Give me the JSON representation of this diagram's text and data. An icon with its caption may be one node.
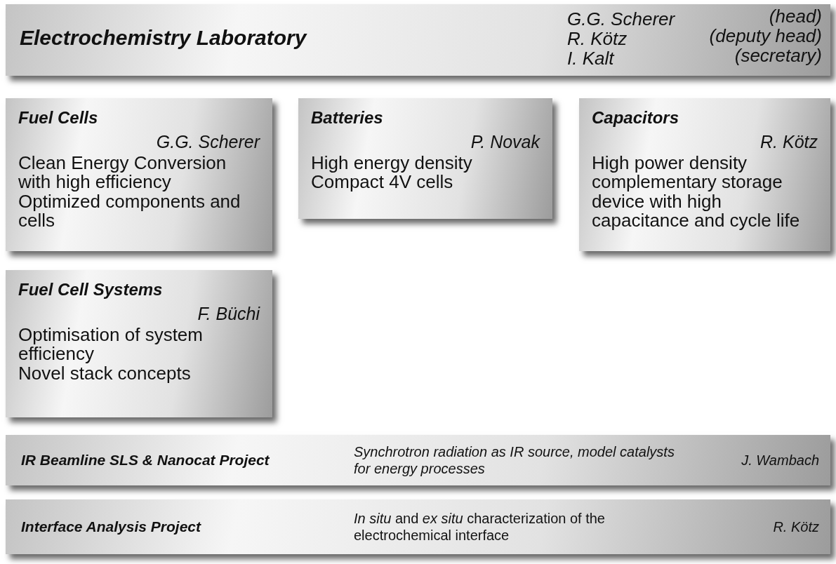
{
  "diagram": {
    "nodes": [
      {
        "text": [
          "Electrochemistry Laboratory",
          "G.G. Scherer",
          "(head)",
          "R. Kötz",
          "(deputy head)",
          "I. Kalt",
          "(secretary)"
        ]
      },
      {
        "text": [
          "Fuel Cells",
          "G.G. Scherer",
          "Clean Energy Conversion with high efficiency",
          "Optimized components and cells"
        ]
      },
      {
        "text": [
          "Batteries",
          "P. Novak",
          "High energy density",
          "Compact 4V cells"
        ]
      },
      {
        "text": [
          "Capacitors",
          "R. Kötz",
          "High power density complementary storage device with high capacitance and cycle life"
        ]
      },
      {
        "text": [
          "Fuel Cell Systems",
          "F. Büchi",
          "Optimisation of system efficiency",
          "Novel stack concepts"
        ]
      },
      {
        "text": [
          "IR Beamline SLS & Nanocat Project",
          "Synchrotron radiation as IR source, model catalysts for energy processes",
          "J. Wambach"
        ]
      },
      {
        "text": [
          "Interface Analysis Project",
          "*In situ* and *ex situ* characterization of the electrochemical interface",
          "R. Kötz"
        ]
      }
    ],
    "edges": []
  }
}
